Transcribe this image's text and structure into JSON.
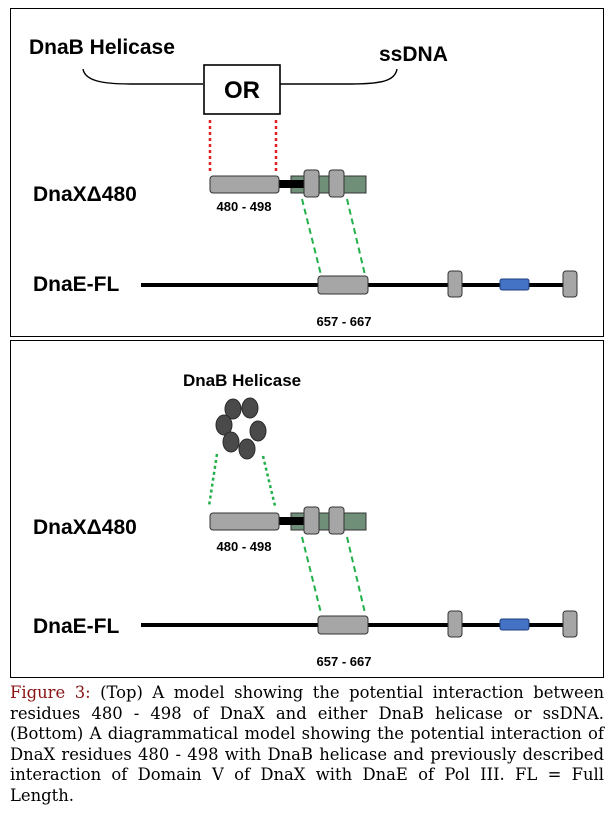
{
  "top_panel": {
    "label_helicase": "DnaB Helicase",
    "label_ssdna": "ssDNA",
    "or_label": "OR",
    "dnax_label": "DnaXΔ480",
    "dnax_range": "480  - 498",
    "dnae_label": "DnaE-FL",
    "dnae_range": "657  - 667"
  },
  "bottom_panel": {
    "label_helicase": "DnaB Helicase",
    "dnax_label": "DnaXΔ480",
    "dnax_range": "480  - 498",
    "dnae_label": "DnaE-FL",
    "dnae_range": "657  - 667"
  },
  "caption": {
    "figure_label": "Figure 3:",
    "text": " (Top) A model showing the potential interaction between residues 480 - 498 of DnaX and either DnaB helicase or ssDNA. (Bottom) A diagrammatical model showing the potential interaction of DnaX residues 480 - 498 with DnaB helicase and previously described interaction of Domain V of DnaX with DnaE of Pol III. FL = Full Length."
  },
  "colors": {
    "segment_gray": "#a6a6a6",
    "domain_green": "#6f8f78",
    "blue_domain": "#4472c4",
    "dotted_red": "#e02020",
    "dashed_green": "#22b04a",
    "helicase_dark": "#4a4a4a",
    "caption_label": "#8a1414"
  }
}
